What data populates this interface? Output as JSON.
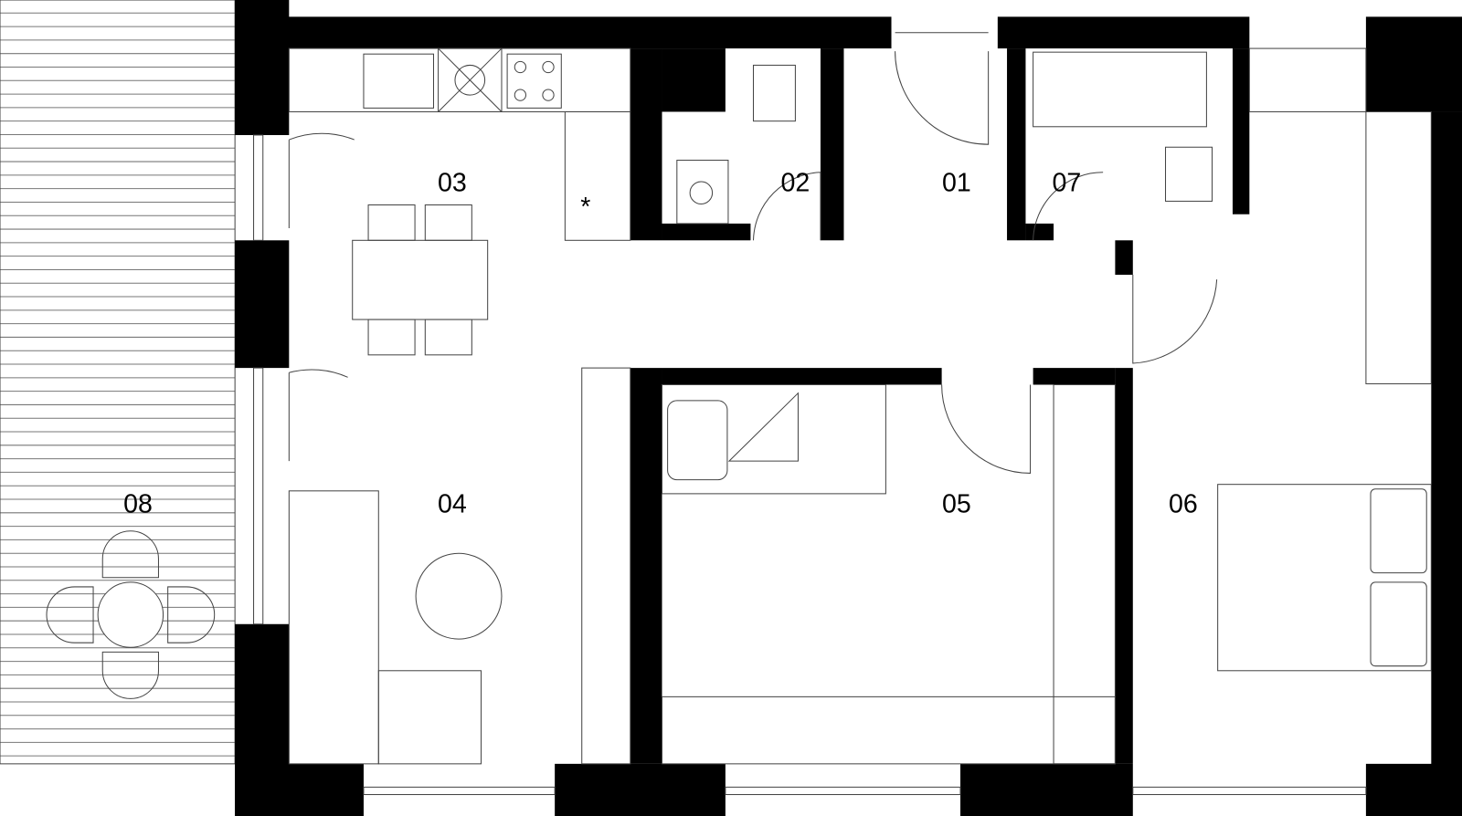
{
  "plan": {
    "rooms": [
      {
        "id": "01"
      },
      {
        "id": "02"
      },
      {
        "id": "03"
      },
      {
        "id": "04"
      },
      {
        "id": "05"
      },
      {
        "id": "06"
      },
      {
        "id": "07"
      },
      {
        "id": "08"
      }
    ],
    "marker": "*",
    "colors": {
      "wall": "#000000",
      "line": "#444444",
      "background": "#ffffff"
    }
  }
}
